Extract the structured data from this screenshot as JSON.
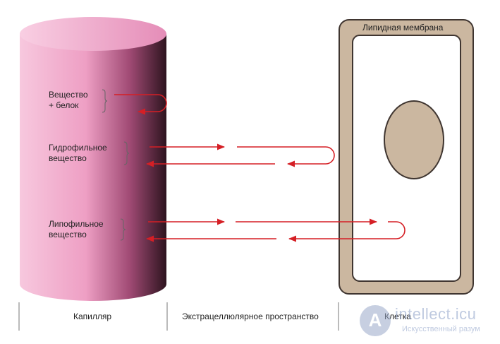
{
  "capillary": {
    "substances": [
      {
        "line1": "Вещество",
        "line2": "+ белок"
      },
      {
        "line1": "Гидрофильное",
        "line2": "вещество"
      },
      {
        "line1": "Липофильное",
        "line2": "вещество"
      }
    ]
  },
  "cell": {
    "membrane_label": "Липидная мембрана"
  },
  "regions": {
    "capillary": "Капилляр",
    "extracellular": "Экстрацеллюлярное пространство",
    "cell": "Клетка"
  },
  "watermark": {
    "logo_letter": "A",
    "title": "intellect.icu",
    "subtitle": "Искусственный разум"
  },
  "colors": {
    "capillary_light": "#f7c2dc",
    "capillary_dark": "#2e141f",
    "arrow": "#d51f25",
    "membrane": "#cbb7a0",
    "membrane_border": "#3f3530",
    "nucleus": "#cbb7a0"
  }
}
